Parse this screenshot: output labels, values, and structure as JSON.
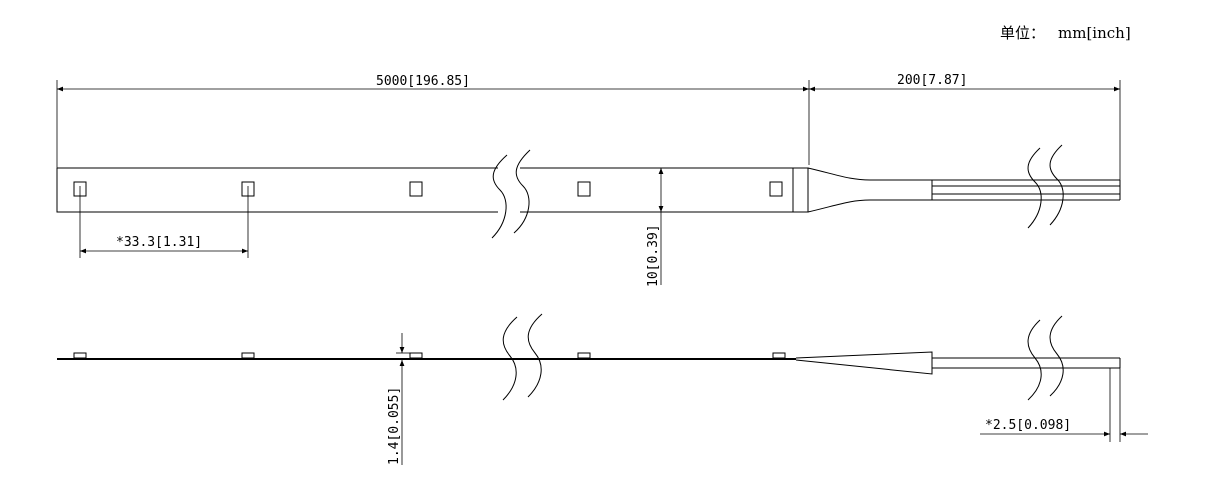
{
  "units": {
    "label": "单位：",
    "value": "mm[inch]"
  },
  "dimensions": {
    "length": "5000[196.85]",
    "lead_length": "200[7.87]",
    "pitch": "*33.3[1.31]",
    "width": "10[0.39]",
    "thickness": "1.4[0.055]",
    "wire_gap": "*2.5[0.098]"
  },
  "colors": {
    "line": "#000000",
    "background": "#ffffff"
  }
}
